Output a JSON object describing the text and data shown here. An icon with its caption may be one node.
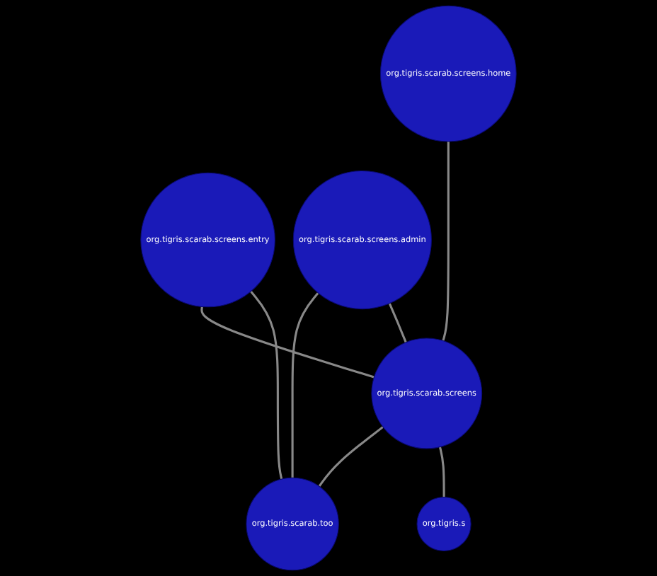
{
  "diagram": {
    "nodes": [
      {
        "text": [
          "org.tigris.scarab.screens.home"
        ]
      },
      {
        "text": [
          "org.tigris.scarab.screens.entry"
        ]
      },
      {
        "text": [
          "org.tigris.scarab.screens.admin"
        ]
      },
      {
        "text": [
          "org.tigris.scarab.screens"
        ]
      },
      {
        "text": [
          "org.tigris.scarab.too"
        ]
      },
      {
        "text": [
          "org.tigris.s"
        ]
      }
    ],
    "edges": [
      {
        "from": 0,
        "to": 3,
        "arrow": "none"
      },
      {
        "from": 1,
        "to": 3,
        "arrow": "none"
      },
      {
        "from": 1,
        "to": 4,
        "arrow": "none"
      },
      {
        "from": 2,
        "to": 4,
        "arrow": "none"
      },
      {
        "from": 2,
        "to": 3,
        "arrow": "none"
      },
      {
        "from": 3,
        "to": 4,
        "arrow": "none"
      },
      {
        "from": 3,
        "to": 5,
        "arrow": "none"
      }
    ]
  }
}
